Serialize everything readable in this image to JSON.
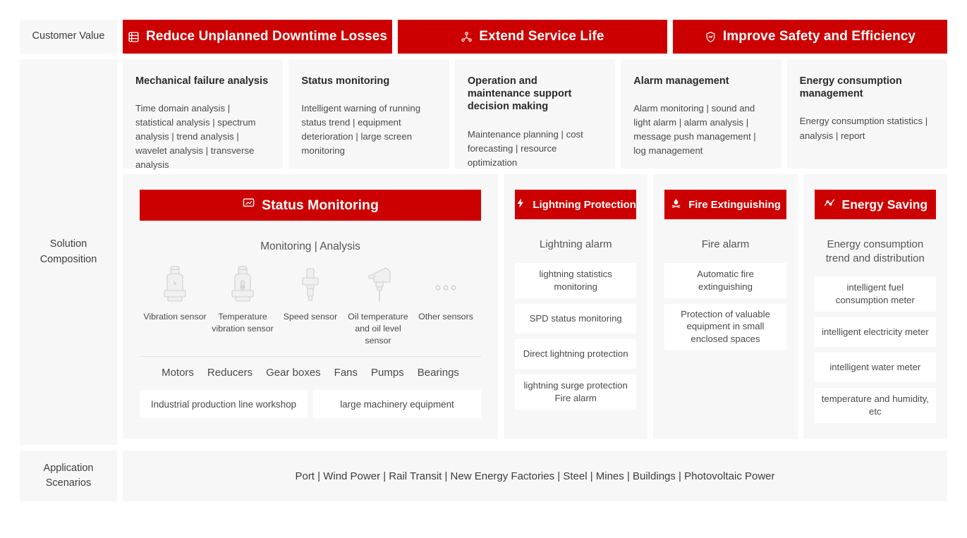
{
  "theme": {
    "accent": "#cc0000",
    "panel_bg": "#f7f7f7",
    "chip_bg": "#ffffff",
    "text": "#3d3d3d"
  },
  "rails": {
    "customer_value": "Customer Value",
    "solution_composition": "Solution\nComposition",
    "solution_composition_line1": "Solution",
    "solution_composition_line2": "Composition",
    "application_scenarios_line1": "Application",
    "application_scenarios_line2": "Scenarios"
  },
  "customer_value": {
    "banners": [
      {
        "label": "Reduce Unplanned Downtime Losses",
        "icon": "server-icon"
      },
      {
        "label": "Extend Service Life",
        "icon": "node-network-icon"
      },
      {
        "label": "Improve Safety and Efficiency",
        "icon": "shield-chart-icon"
      }
    ]
  },
  "capability_cards": [
    {
      "title": "Mechanical failure analysis",
      "body": "Time domain analysis | statistical analysis | spectrum analysis | trend analysis | wavelet analysis | transverse analysis"
    },
    {
      "title": "Status monitoring",
      "body": "Intelligent warning of running status trend | equipment deterioration | large screen monitoring"
    },
    {
      "title": "Operation and maintenance support decision making",
      "body": "Maintenance planning | cost forecasting | resource optimization"
    },
    {
      "title": "Alarm management",
      "body": "Alarm monitoring | sound and light alarm | alarm analysis | message push management | log management"
    },
    {
      "title": "Energy consumption management",
      "body": "Energy consumption statistics | analysis | report"
    }
  ],
  "panels": {
    "status_monitoring": {
      "header": "Status Monitoring",
      "header_icon": "monitor-icon",
      "subtitle": "Monitoring | Analysis",
      "sensors": [
        {
          "caption": "Vibration sensor",
          "icon": "vibration-sensor-icon"
        },
        {
          "caption": "Temperature vibration sensor",
          "icon": "temperature-vibration-sensor-icon"
        },
        {
          "caption": "Speed sensor",
          "icon": "speed-sensor-icon"
        },
        {
          "caption": "Oil temperature and oil level sensor",
          "icon": "oil-sensor-icon"
        },
        {
          "caption": "Other sensors",
          "icon": "ellipsis-icon"
        }
      ],
      "equipment": [
        "Motors",
        "Reducers",
        "Gear boxes",
        "Fans",
        "Pumps",
        "Bearings"
      ],
      "subboxes": [
        "Industrial production line workshop",
        "large machinery equipment"
      ]
    },
    "lightning_protection": {
      "header": "Lightning Protection",
      "header_icon": "lightning-bolt-icon",
      "subtitle": "Lightning alarm",
      "chips": [
        "lightning statistics monitoring",
        "SPD status monitoring",
        "Direct lightning protection",
        "lightning surge protection Fire alarm"
      ]
    },
    "fire_extinguishing": {
      "header": "Fire Extinguishing",
      "header_icon": "campfire-icon",
      "subtitle": "Fire alarm",
      "chips": [
        "Automatic fire extinguishing",
        "Protection of valuable equipment in small enclosed spaces"
      ]
    },
    "energy_saving": {
      "header": "Energy Saving",
      "header_icon": "trend-line-icon",
      "subtitle": "Energy consumption trend and distribution",
      "chips": [
        "intelligent fuel consumption meter",
        "intelligent electricity meter",
        "intelligent water meter",
        "temperature and humidity, etc"
      ]
    }
  },
  "application_scenarios": {
    "text": "Port | Wind Power | Rail Transit | New Energy Factories | Steel | Mines | Buildings | Photovoltaic Power"
  }
}
